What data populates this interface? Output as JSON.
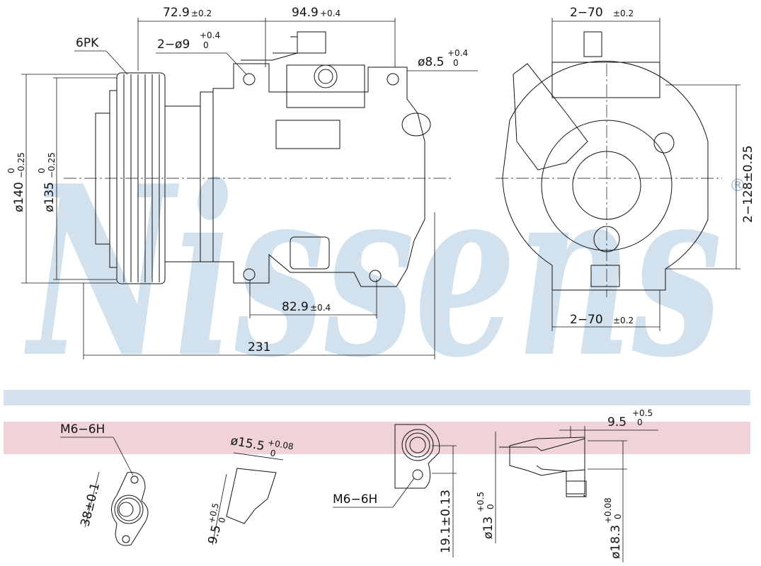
{
  "watermark": {
    "text": "Nissens",
    "registered": "®",
    "color": "#c9dcea"
  },
  "bands": {
    "blue": "#d3e2ee",
    "pink": "#efd3d9"
  },
  "dimensions": {
    "top_left": {
      "value": "72.9",
      "tol": "±0.2"
    },
    "top_mid": {
      "value": "94.9",
      "tol": "+0.4"
    },
    "top_right": {
      "value": "2−70",
      "tol": "±0.2"
    },
    "belt": {
      "value": "6PK"
    },
    "mount_hole": {
      "value": "2−ø9",
      "upper": "+0.4",
      "lower": "0"
    },
    "hole_8_5": {
      "value": "ø8.5",
      "upper": "+0.4",
      "lower": "0"
    },
    "dia_140": {
      "value": "ø140",
      "upper": "0",
      "lower": "−0.25"
    },
    "dia_135": {
      "value": "ø135",
      "upper": "0",
      "lower": "−0.25"
    },
    "height_128": {
      "value": "2−128±0.25"
    },
    "bottom_82_9": {
      "value": "82.9",
      "tol": "±0.4"
    },
    "bottom_right_70": {
      "value": "2−70",
      "tol": "±0.2"
    },
    "length_231": {
      "value": "231"
    }
  },
  "details": {
    "thread_1": "M6−6H",
    "dim_38": "38±0.1",
    "dia_15_5": {
      "value": "ø15.5",
      "upper": "+0.08",
      "lower": "0"
    },
    "dim_9_5_a": {
      "value": "9.5",
      "upper": "+0.5",
      "lower": "0"
    },
    "thread_2": "M6−6H",
    "dim_19_1": "19.1±0.13",
    "dia_13": {
      "value": "ø13",
      "upper": "+0.5",
      "lower": "0"
    },
    "dia_18_3": {
      "value": "ø18.3",
      "upper": "+0.08",
      "lower": "0"
    },
    "dim_9_5_b": {
      "value": "9.5",
      "upper": "+0.5",
      "lower": "0"
    }
  }
}
